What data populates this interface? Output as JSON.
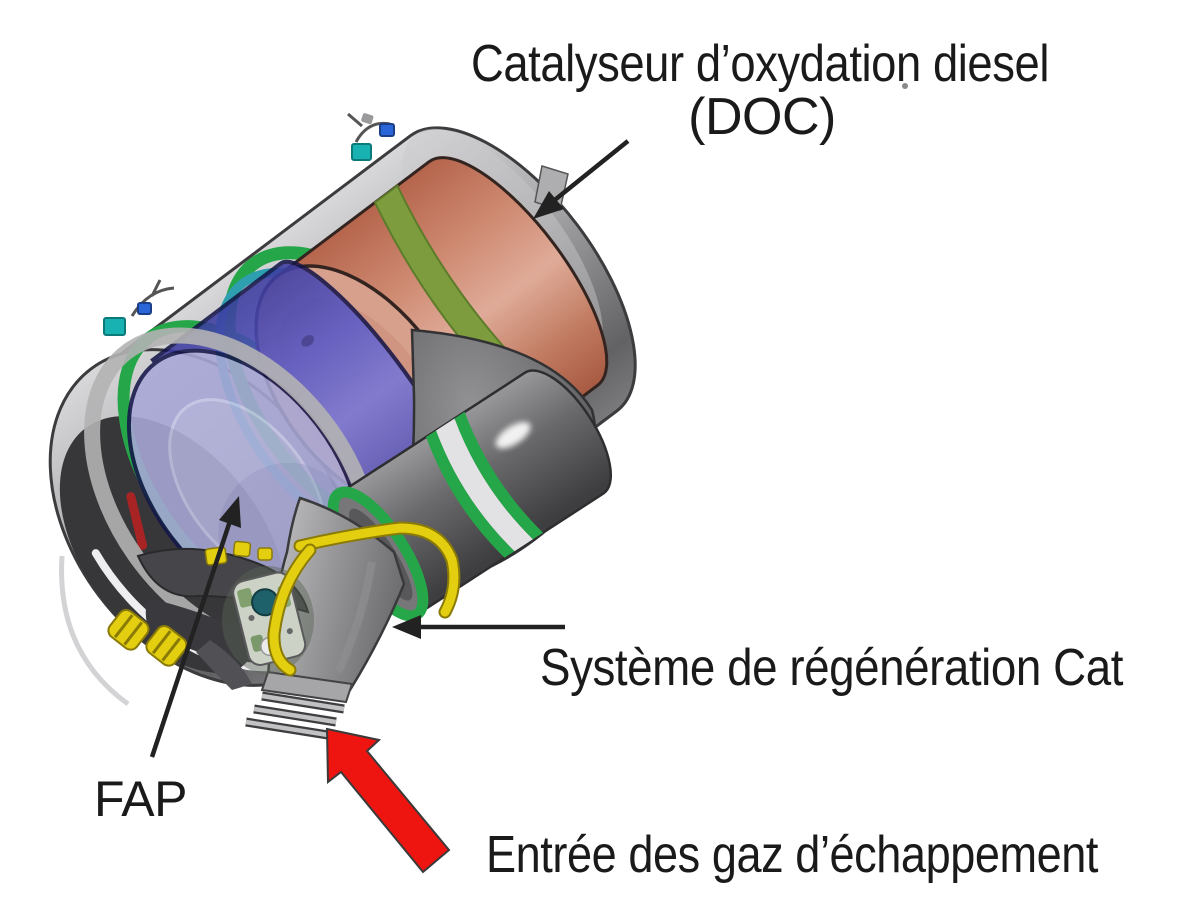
{
  "page": {
    "background": "#ffffff"
  },
  "figure": {
    "title": {
      "line1": "Catalyseur d’oxydation diesel",
      "line2": "(DOC)"
    },
    "labels": {
      "fap": "FAP",
      "regen": "Système de régénération Cat",
      "inlet": "Entrée des gaz d’échappement"
    },
    "colors": {
      "text": "#1a1a1a",
      "arrow_black": "#222222",
      "arrow_red": "#ee1510",
      "doc_face": "#d7a08c",
      "doc_band": "#7d9c3e",
      "fap_face": "#a8a8d8",
      "fap_ring": "#b2b2dc",
      "ring_green": "#25a648",
      "ring_teal": "#2d9fae",
      "clamp_white": "#e2e2e4",
      "harness_yellow": "#e3cf10",
      "sensor_teal": "#18b2b2",
      "connector_blue": "#2a66d8",
      "pcb_plate": "#ccd2c6",
      "pcb_eye": "#1e616a",
      "tick_red": "#a82424",
      "mouth_dark": "#37373a"
    }
  }
}
